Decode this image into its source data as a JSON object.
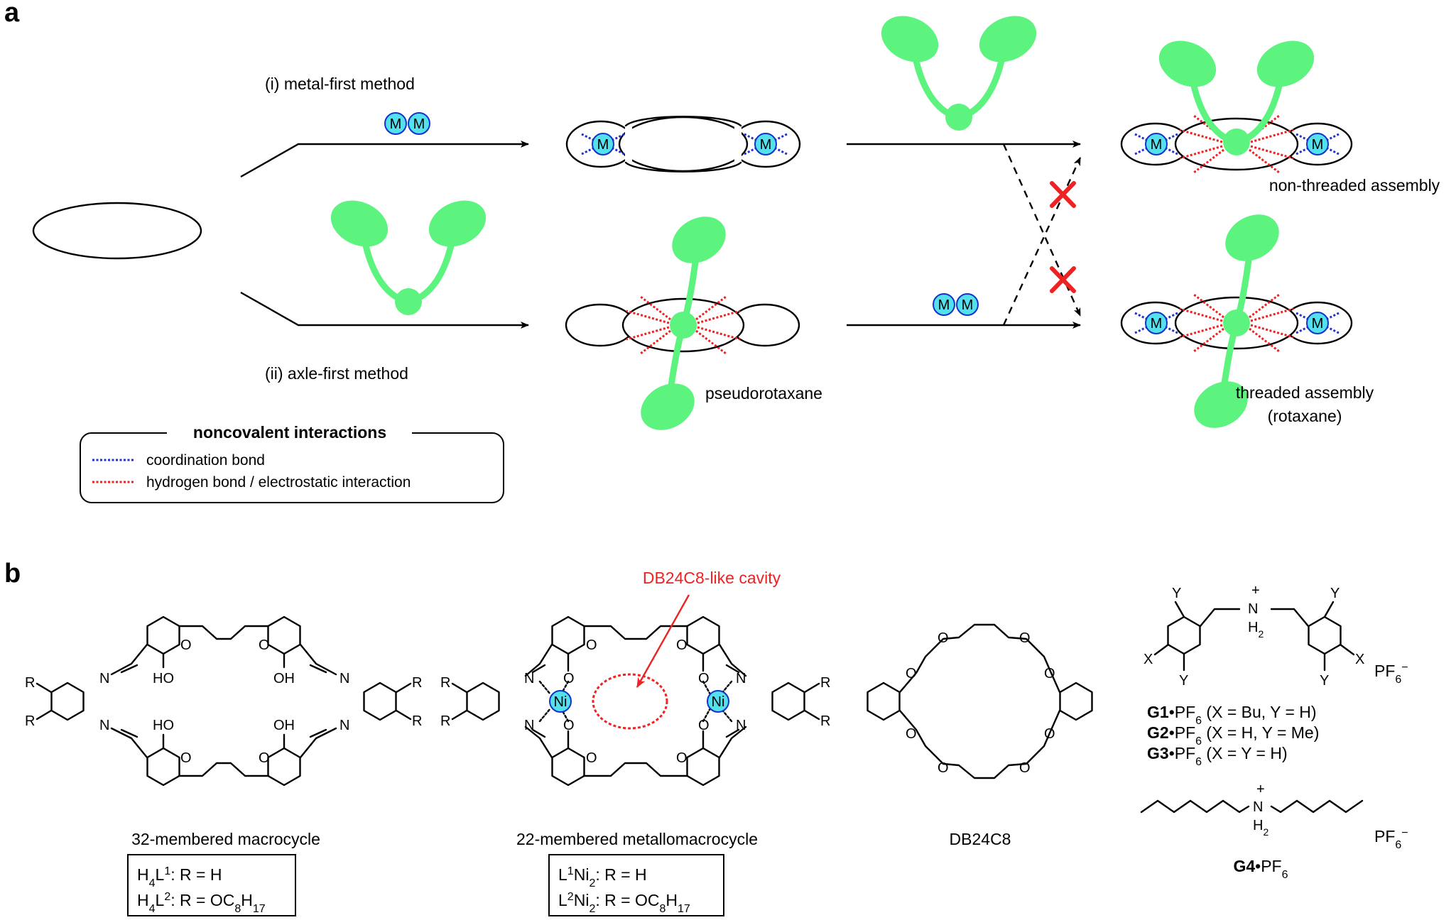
{
  "panels": {
    "a": "a",
    "b": "b"
  },
  "scheme": {
    "metal_first": "(i) metal-first method",
    "axle_first": "(ii) axle-first method",
    "metal_symbol": "M",
    "pseudorotaxane": "pseudorotaxane",
    "non_threaded": "non-threaded assembly",
    "threaded_line1": "threaded assembly",
    "threaded_line2": "(rotaxane)"
  },
  "legend": {
    "title": "noncovalent interactions",
    "coordination": "coordination bond",
    "hydrogen": "hydrogen bond / electrostatic interaction"
  },
  "structures": {
    "atom_R": "R",
    "atom_N": "N",
    "atom_O": "O",
    "atom_HO": "HO",
    "atom_OH": "OH",
    "atom_Ni": "Ni",
    "atom_X": "X",
    "atom_Y": "Y",
    "atom_H": "H",
    "sub_2": "2",
    "plus": "+",
    "cavity_label": "DB24C8-like cavity",
    "macrocycle_caption": "32-membered macrocycle",
    "metallomacrocycle_caption": "22-membered metallomacrocycle",
    "db24c8_caption": "DB24C8",
    "counterion": "PF",
    "counterion_sub": "6",
    "counterion_charge": "−"
  },
  "boxes": {
    "h4l1": {
      "pre": "H",
      "sub1": "4",
      "mid": "L",
      "sup": "1",
      "rest": ": R = H"
    },
    "h4l2": {
      "pre": "H",
      "sub1": "4",
      "mid": "L",
      "sup": "2",
      "rest": ": R = OC",
      "sub2": "8",
      "rest2": "H",
      "sub3": "17"
    },
    "l1ni2": {
      "pre": "L",
      "sup": "1",
      "mid": "Ni",
      "sub1": "2",
      "rest": ": R = H"
    },
    "l2ni2": {
      "pre": "L",
      "sup": "2",
      "mid": "Ni",
      "sub1": "2",
      "rest": ": R = OC",
      "sub2": "8",
      "rest2": "H",
      "sub3": "17"
    }
  },
  "guests": [
    {
      "label": "G1",
      "salt": "•PF",
      "sub": "6",
      "cond": " (X = Bu, Y = H)"
    },
    {
      "label": "G2",
      "salt": "•PF",
      "sub": "6",
      "cond": " (X = H, Y = Me)"
    },
    {
      "label": "G3",
      "salt": "•PF",
      "sub": "6",
      "cond": " (X = Y = H)"
    },
    {
      "label": "G4",
      "salt": "•PF",
      "sub": "6",
      "cond": ""
    }
  ],
  "colors": {
    "axle_green": "#5cf47e",
    "coordination_blue": "#2233cc",
    "hbond_red": "#ee2222",
    "metal_fill": "#55e0ee",
    "cross_red": "#ee2222"
  }
}
